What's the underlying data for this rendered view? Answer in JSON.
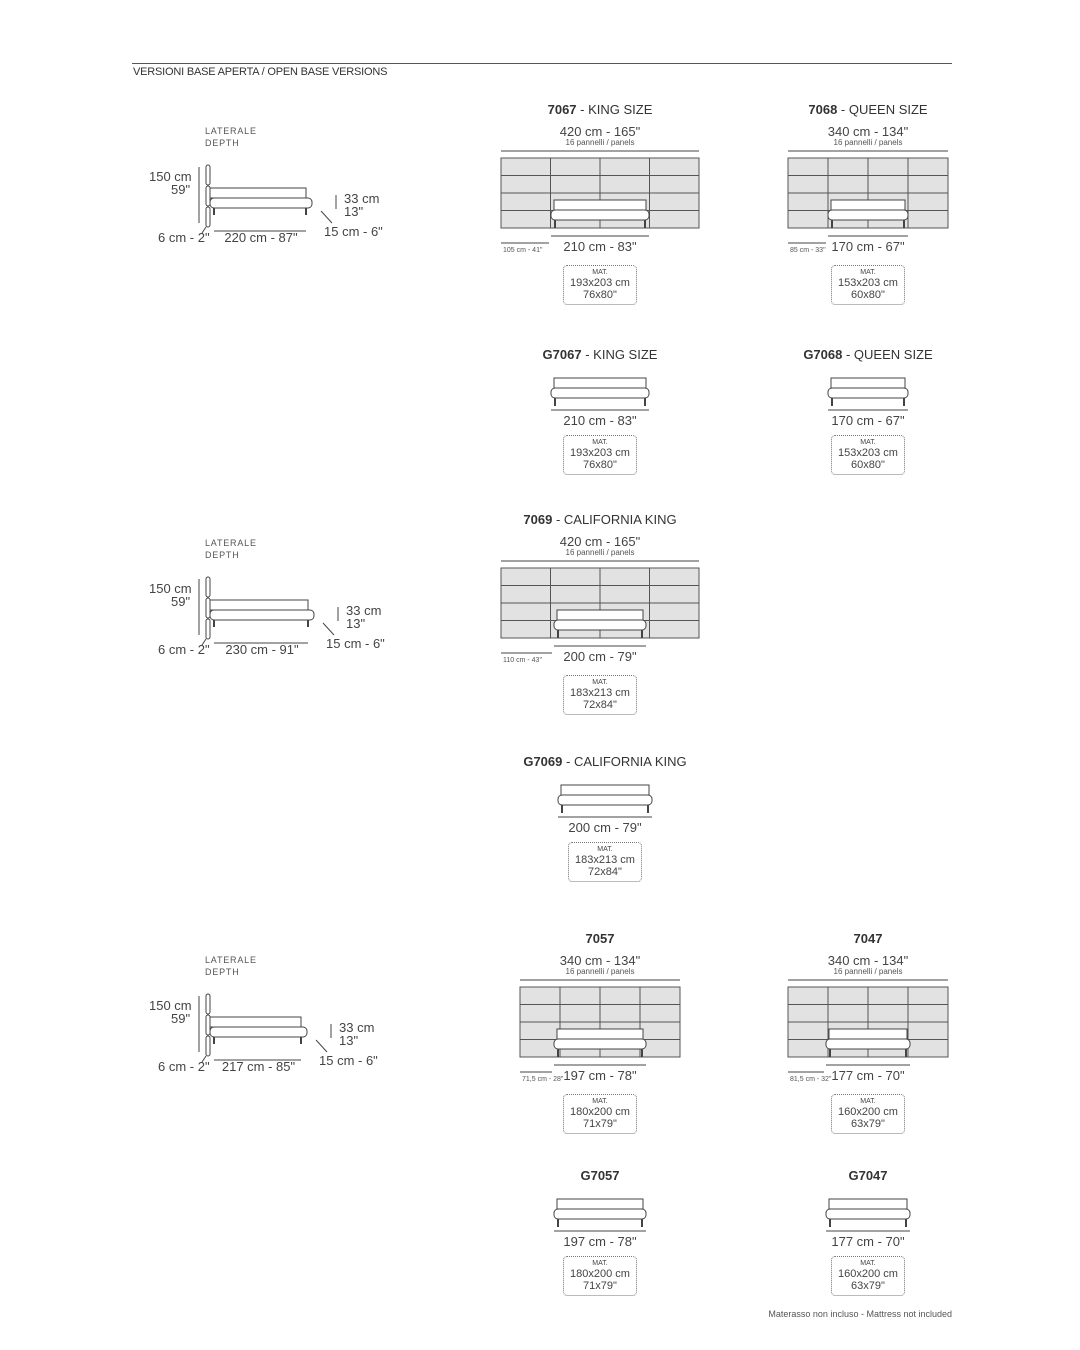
{
  "header": {
    "title": "VERSIONI BASE APERTA / OPEN BASE VERSIONS"
  },
  "side_views": [
    {
      "label_it": "LATERALE",
      "label_en": "DEPTH",
      "height_cm": "150 cm",
      "height_in": "59\"",
      "mattress_h_cm": "33 cm",
      "mattress_h_in": "13\"",
      "headboard_d": "6 cm - 2\"",
      "length": "220 cm - 87\"",
      "clearance": "15 cm - 6\""
    },
    {
      "label_it": "LATERALE",
      "label_en": "DEPTH",
      "height_cm": "150 cm",
      "height_in": "59\"",
      "mattress_h_cm": "33 cm",
      "mattress_h_in": "13\"",
      "headboard_d": "6 cm - 2\"",
      "length": "230 cm - 91\"",
      "clearance": "15 cm - 6\""
    },
    {
      "label_it": "LATERALE",
      "label_en": "DEPTH",
      "height_cm": "150 cm",
      "height_in": "59\"",
      "mattress_h_cm": "33 cm",
      "mattress_h_in": "13\"",
      "headboard_d": "6 cm - 2\"",
      "length": "217 cm - 85\"",
      "clearance": "15 cm - 6\""
    }
  ],
  "products": [
    {
      "code": "7067",
      "name": "- KING SIZE",
      "panel_width": "420 cm - 165\"",
      "panels": "16 pannelli / panels",
      "side_offset": "105 cm - 41\"",
      "width": "210 cm - 83\"",
      "mat_label": "MAT.",
      "mat_cm": "193x203 cm",
      "mat_in": "76x80\""
    },
    {
      "code": "7068",
      "name": "- QUEEN SIZE",
      "panel_width": "340 cm - 134\"",
      "panels": "16 pannelli / panels",
      "side_offset": "85 cm - 33\"",
      "width": "170 cm - 67\"",
      "mat_label": "MAT.",
      "mat_cm": "153x203 cm",
      "mat_in": "60x80\""
    },
    {
      "code": "G7067",
      "name": "- KING SIZE",
      "width": "210 cm - 83\"",
      "mat_label": "MAT.",
      "mat_cm": "193x203 cm",
      "mat_in": "76x80\""
    },
    {
      "code": "G7068",
      "name": "- QUEEN SIZE",
      "width": "170 cm - 67\"",
      "mat_label": "MAT.",
      "mat_cm": "153x203 cm",
      "mat_in": "60x80\""
    },
    {
      "code": "7069",
      "name": "- CALIFORNIA KING",
      "panel_width": "420 cm - 165\"",
      "panels": "16 pannelli / panels",
      "side_offset": "110 cm - 43\"",
      "width": "200 cm - 79\"",
      "mat_label": "MAT.",
      "mat_cm": "183x213 cm",
      "mat_in": "72x84\""
    },
    {
      "code": "G7069",
      "name": "- CALIFORNIA KING",
      "width": "200 cm - 79\"",
      "mat_label": "MAT.",
      "mat_cm": "183x213 cm",
      "mat_in": "72x84\""
    },
    {
      "code": "7057",
      "name": "",
      "panel_width": "340 cm - 134\"",
      "panels": "16 pannelli / panels",
      "side_offset": "71,5 cm - 28\"",
      "width": "197 cm - 78\"",
      "mat_label": "MAT.",
      "mat_cm": "180x200 cm",
      "mat_in": "71x79\""
    },
    {
      "code": "7047",
      "name": "",
      "panel_width": "340 cm - 134\"",
      "panels": "16 pannelli / panels",
      "side_offset": "81,5 cm - 32\"",
      "width": "177 cm - 70\"",
      "mat_label": "MAT.",
      "mat_cm": "160x200 cm",
      "mat_in": "63x79\""
    },
    {
      "code": "G7057",
      "name": "",
      "width": "197 cm - 78\"",
      "mat_label": "MAT.",
      "mat_cm": "180x200 cm",
      "mat_in": "71x79\""
    },
    {
      "code": "G7047",
      "name": "",
      "width": "177 cm - 70\"",
      "mat_label": "MAT.",
      "mat_cm": "160x200 cm",
      "mat_in": "63x79\""
    }
  ],
  "footer": {
    "note": "Materasso non incluso -  Mattress not included"
  }
}
